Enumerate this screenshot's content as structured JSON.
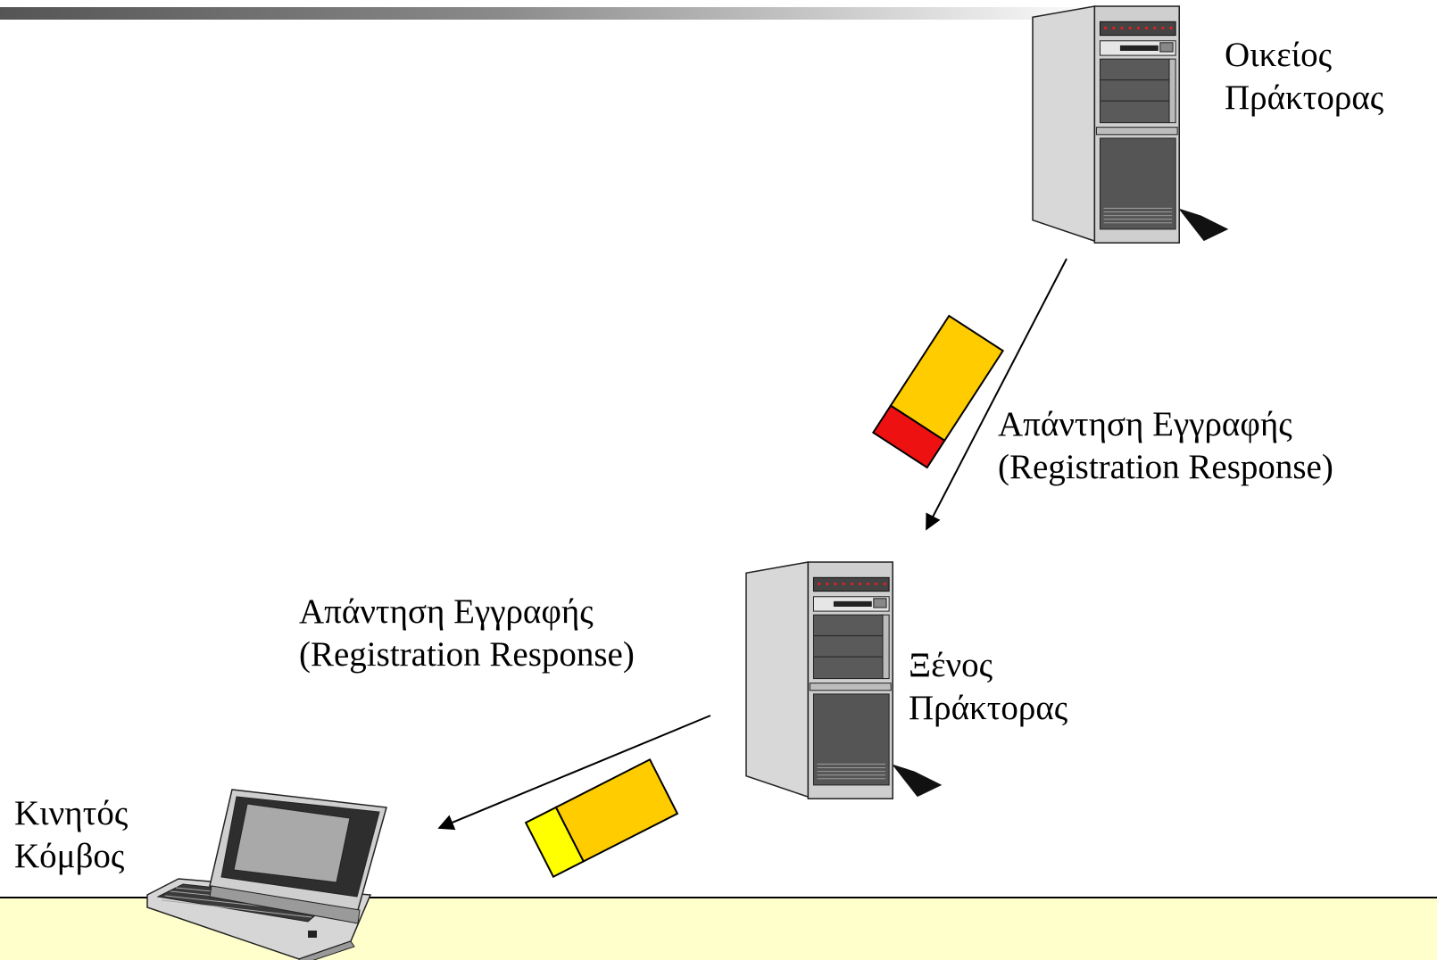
{
  "colors": {
    "background": "#ffffff",
    "bottom_band": "#ffffcc",
    "top_bar_dark": "#555555",
    "packet_body": "#ffcc00",
    "packet_header_red": "#ee1111",
    "packet_header_yellow": "#ffff00",
    "server_body": "#c8c8c8",
    "server_bay": "#555555",
    "server_led": "#dd2222"
  },
  "labels": {
    "home_agent": [
      "Οικείος",
      "Πράκτορας"
    ],
    "registration_response_top": [
      "Απάντηση Εγγραφής",
      "(Registration Response)"
    ],
    "foreign_agent": [
      "Ξένος",
      "Πράκτορας"
    ],
    "registration_response_left": [
      "Απάντηση Εγγραφής",
      "(Registration Response)"
    ],
    "mobile_node": [
      "Κινητός",
      "Κόμβος"
    ]
  },
  "icons": {
    "home_server": "server-tower-icon",
    "foreign_server": "server-tower-icon",
    "mobile_node": "laptop-icon",
    "packet_top": "packet-icon",
    "packet_bottom": "packet-icon"
  }
}
